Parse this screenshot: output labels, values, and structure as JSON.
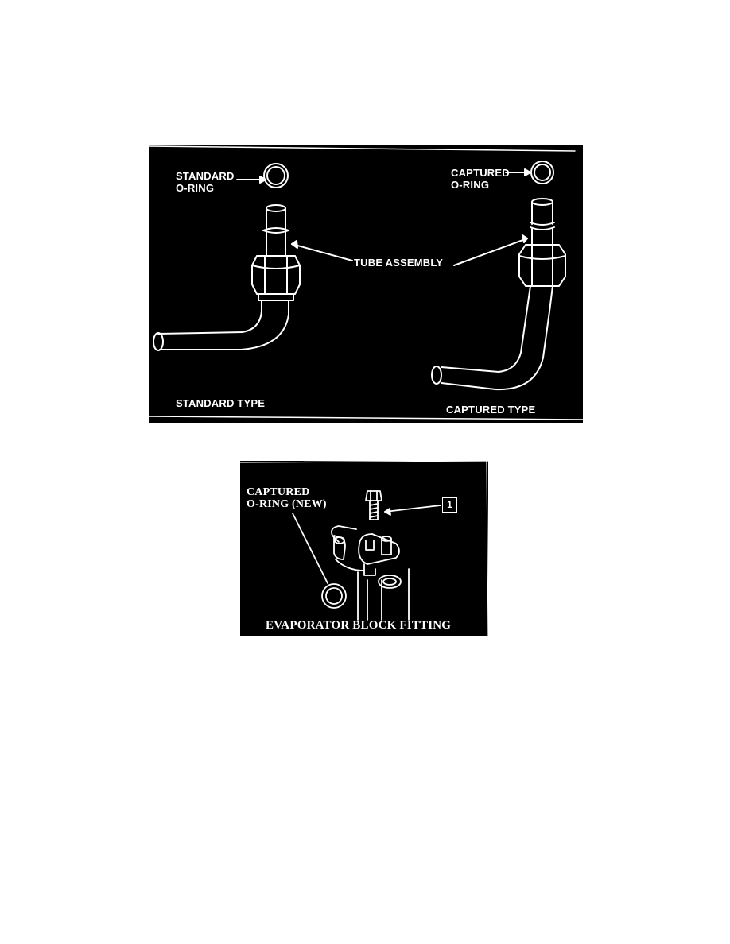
{
  "figure_1": {
    "standard_label_line1": "STANDARD",
    "standard_label_line2": "O-RING",
    "captured_label_line1": "CAPTURED",
    "captured_label_line2": "O-RING",
    "tube_assembly_label": "TUBE ASSEMBLY",
    "standard_type_caption": "STANDARD TYPE",
    "captured_type_caption": "CAPTURED TYPE"
  },
  "figure_2": {
    "captured_oring_line1": "CAPTURED",
    "captured_oring_line2": "O-RING (NEW)",
    "callout_number": "1",
    "caption": "EVAPORATOR BLOCK FITTING"
  },
  "colors": {
    "panel_background": "#000000",
    "line_art": "#ffffff",
    "page_background": "#ffffff"
  },
  "icons": [
    "o-ring-icon",
    "tube-assembly-icon",
    "bolt-icon",
    "evaporator-fitting-icon"
  ]
}
